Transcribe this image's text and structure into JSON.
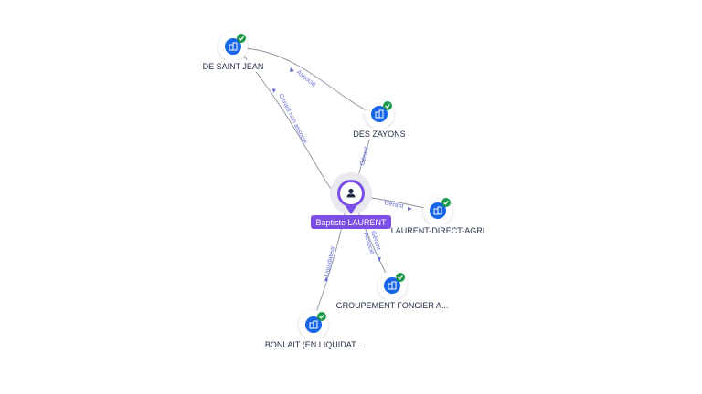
{
  "graph": {
    "person": {
      "label": "Baptiste LAURENT",
      "icon": "person-icon",
      "color": "#7b4ee6"
    },
    "companies": [
      {
        "id": "c1",
        "label": "DE SAINT JEAN",
        "icon": "building-icon",
        "verified": true
      },
      {
        "id": "c2",
        "label": "DES ZAYONS",
        "icon": "building-icon",
        "verified": true
      },
      {
        "id": "c3",
        "label": "LAURENT-DIRECT-AGRI",
        "icon": "building-icon",
        "verified": true
      },
      {
        "id": "c4",
        "label": "GROUPEMENT FONCIER A...",
        "icon": "building-icon",
        "verified": true
      },
      {
        "id": "c5",
        "label": "BONLAIT (EN LIQUIDAT...",
        "icon": "building-icon",
        "verified": true
      }
    ],
    "edges": [
      {
        "id": "e1",
        "label": "Associé"
      },
      {
        "id": "e2",
        "label": "Gérant non associé"
      },
      {
        "id": "e3",
        "label": "Gérant"
      },
      {
        "id": "e4",
        "label": "Gérant"
      },
      {
        "id": "e5a",
        "label": "Gérant"
      },
      {
        "id": "e5b",
        "label": "Associé"
      },
      {
        "id": "e6",
        "label": "Liquidateur"
      }
    ],
    "colors": {
      "company_node": "#1565e6",
      "verified_badge": "#1f9a4a",
      "edge_label": "#6b6fd6",
      "person_node": "#7b4ee6"
    }
  }
}
